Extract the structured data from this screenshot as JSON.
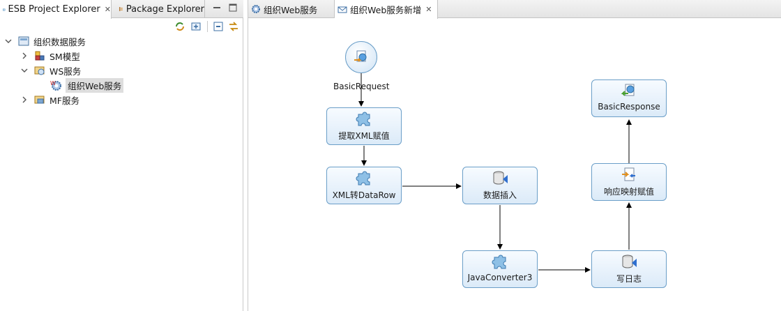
{
  "left_panel": {
    "tabs": [
      {
        "label": "ESB Project Explorer",
        "active": true
      },
      {
        "label": "Package Explorer",
        "active": false
      }
    ],
    "tree": [
      {
        "label": "组织数据服务",
        "expanded": true,
        "icon": "project-icon"
      },
      {
        "label": "SM模型",
        "expanded": false,
        "icon": "sm-model-icon"
      },
      {
        "label": "WS服务",
        "expanded": true,
        "icon": "ws-service-icon"
      },
      {
        "label": "组织Web服务",
        "selected": true,
        "icon": "web-service-gear-icon"
      },
      {
        "label": "MF服务",
        "expanded": false,
        "icon": "mf-service-icon"
      }
    ]
  },
  "editor": {
    "tabs": [
      {
        "label": "组织Web服务",
        "active": false
      },
      {
        "label": "组织Web服务新增",
        "active": true
      }
    ],
    "flow": {
      "start": {
        "label": "BasicRequest"
      },
      "nodes": [
        {
          "id": "n1",
          "label": "提取XML赋值",
          "icon": "converter-puzzle-icon"
        },
        {
          "id": "n2",
          "label": "XML转DataRow",
          "icon": "converter-puzzle-icon"
        },
        {
          "id": "n3",
          "label": "数据插入",
          "icon": "database-icon"
        },
        {
          "id": "n4",
          "label": "JavaConverter3",
          "icon": "converter-puzzle-icon"
        },
        {
          "id": "n5",
          "label": "写日志",
          "icon": "database-icon"
        },
        {
          "id": "n6",
          "label": "响应映射赋值",
          "icon": "mapping-icon"
        },
        {
          "id": "n7",
          "label": "BasicResponse",
          "icon": "response-icon"
        }
      ]
    }
  },
  "colors": {
    "node_border": "#6a9ec8",
    "node_fill": "#dbeaf8",
    "connector": "#000000",
    "tab_bg": "#e4e4e4"
  }
}
